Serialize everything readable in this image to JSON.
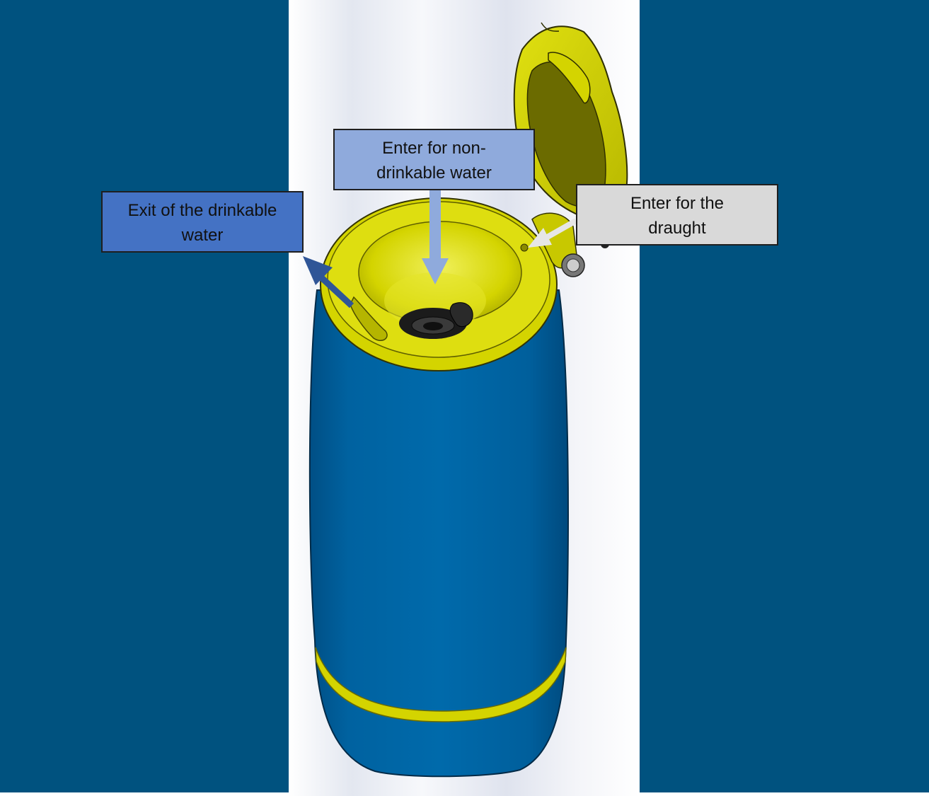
{
  "labels": {
    "exit_drinkable": {
      "line1": "Exit of the drinkable",
      "line2": "water",
      "color": "#4472c4"
    },
    "enter_non_drinkable": {
      "line1": "Enter for non-",
      "line2": "drinkable water",
      "color": "#8faadc"
    },
    "enter_draught": {
      "line1": "Enter for the",
      "line2": "draught",
      "color": "#d9d9d9"
    }
  },
  "colors": {
    "background_panels": "#00527f",
    "body_blue": "#0066a5",
    "lid_yellow": "#d4d400",
    "lid_dark": "#6b6b00"
  }
}
